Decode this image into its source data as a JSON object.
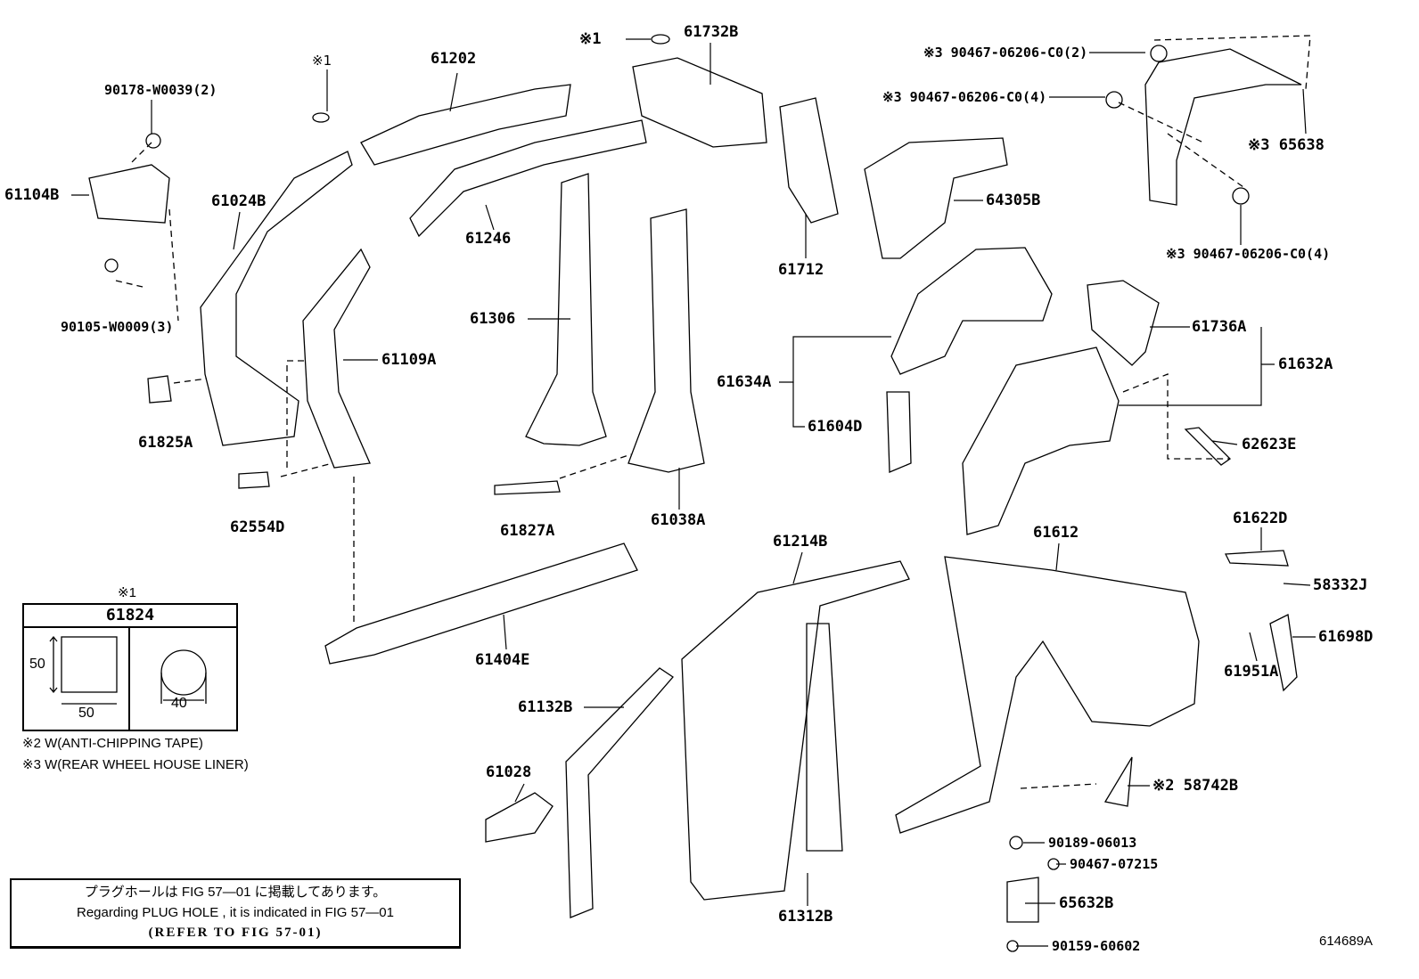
{
  "diagram": {
    "figure_id": "614689A",
    "callouts": {
      "p61732B": "61732B",
      "mark1a": "※1",
      "p61202": "61202",
      "mark1b": "※1",
      "p90178": "90178-W0039(2)",
      "clip2": "※3 90467-06206-C0(2)",
      "clip4a": "※3 90467-06206-C0(4)",
      "p65638": "※3 65638",
      "p61104B": "61104B",
      "p61024B": "61024B",
      "p64305B": "64305B",
      "p61246": "61246",
      "clip4b": "※3 90467-06206-C0(4)",
      "p61712": "61712",
      "p90105": "90105-W0009(3)",
      "p61306": "61306",
      "p61736A": "61736A",
      "p61109A": "61109A",
      "p61632A": "61632A",
      "p61634A": "61634A",
      "p61604D": "61604D",
      "p61825A": "61825A",
      "p62623E": "62623E",
      "p61038A": "61038A",
      "p62554D": "62554D",
      "p61827A": "61827A",
      "p61622D": "61622D",
      "p61612": "61612",
      "p61214B": "61214B",
      "p58332J": "58332J",
      "p61698D": "61698D",
      "p61404E": "61404E",
      "p61951A": "61951A",
      "p61132B": "61132B",
      "p61028": "61028",
      "p58742B": "※2 58742B",
      "p90189": "90189-06013",
      "p90467_07215": "90467-07215",
      "p65632B": "65632B",
      "p61312B": "61312B",
      "p90159": "90159-60602"
    },
    "legend": {
      "mark": "※1",
      "part": "61824",
      "square_height": "50",
      "square_width": "50",
      "circle_diameter": "40"
    },
    "notes": {
      "note2": "※2 W(ANTI-CHIPPING TAPE)",
      "note3": "※3 W(REAR WHEEL HOUSE LINER)"
    },
    "plug_hole": {
      "jp": "プラグホールは FIG 57—01 に掲載してあります。",
      "en": "Regarding  PLUG  HOLE , it is indicated in FIG  57—01",
      "ref": "(REFER TO FIG 57-01)"
    }
  }
}
